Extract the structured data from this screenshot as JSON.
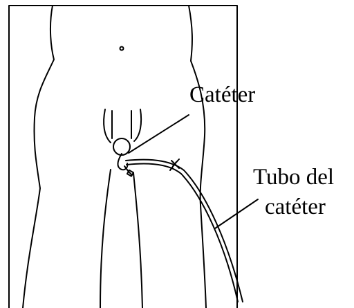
{
  "figure": {
    "labels": {
      "catheter": "Catéter",
      "catheter_tube_line1": "Tubo del",
      "catheter_tube_line2": "catéter"
    },
    "colors": {
      "line": "#000000",
      "background": "#ffffff"
    }
  }
}
